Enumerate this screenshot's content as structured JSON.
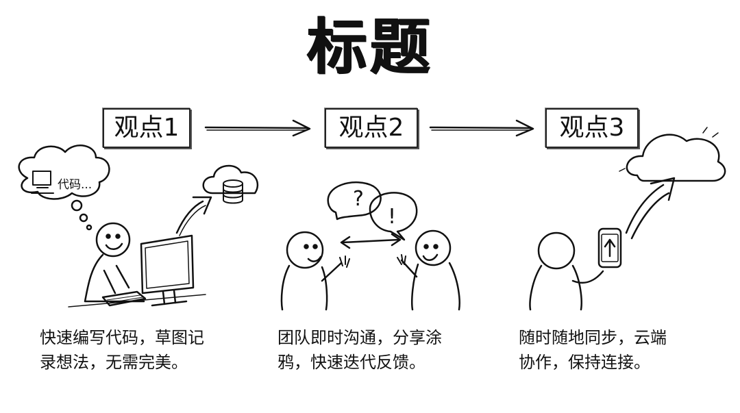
{
  "title": "标题",
  "points": [
    {
      "label": "观点1",
      "caption": "快速编写代码，草图记录想法，无需完美。",
      "caption_lines": [
        "快速编写代码，草图记",
        "录想法，无需完美。"
      ]
    },
    {
      "label": "观点2",
      "caption": "团队即时沟通，分享涂鸦，快速迭代反馈。",
      "caption_lines": [
        "团队即时沟通，分享涂",
        "鸦，快速迭代反馈。"
      ]
    },
    {
      "label": "观点3",
      "caption": "随时随地同步，云端协作，保持连接。",
      "caption_lines": [
        "随时随地同步，云端",
        "协作，保持连接。"
      ]
    }
  ],
  "thought_bubble": "代码...",
  "bubbles": [
    "?",
    "!"
  ],
  "colors": {
    "ink": "#111111",
    "background": "#ffffff"
  }
}
